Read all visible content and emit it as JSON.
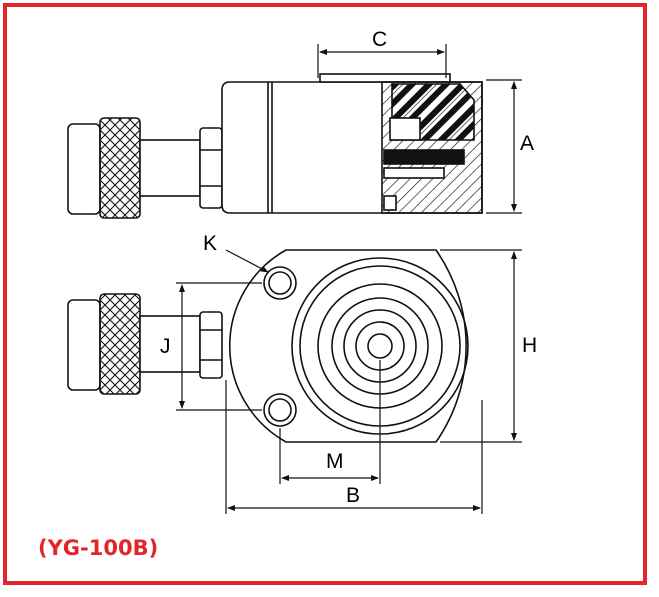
{
  "labels": {
    "A": "A",
    "B": "B",
    "C": "C",
    "H": "H",
    "J": "J",
    "K": "K",
    "M": "M"
  },
  "model": "(YG-100B)",
  "colors": {
    "border": "#e3242b",
    "model_text": "#e3242b",
    "line": "#111111"
  }
}
